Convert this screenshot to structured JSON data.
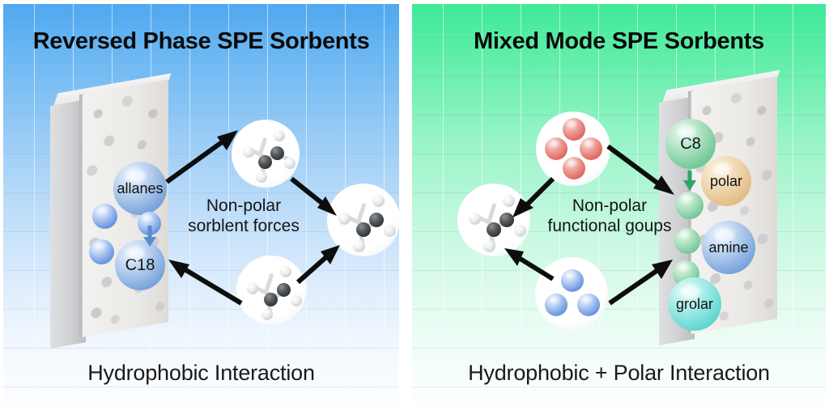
{
  "panels": [
    {
      "id": "reversed-phase",
      "title": "Reversed Phase SPE Sorbents",
      "caption": "Hydrophobic Interaction",
      "center_text_line1": "Non-polar",
      "center_text_line2": "sorblent forces",
      "accent_color": "#4fa8ef",
      "sphere_color": "#7ea8dd",
      "spheres": [
        {
          "label": "allanes",
          "color": "#7ea8dd",
          "size": "large"
        },
        {
          "label": "",
          "color": "#6f9ae2",
          "size": "small"
        },
        {
          "label": "",
          "color": "#6f9ae2",
          "size": "small"
        },
        {
          "label": "",
          "color": "#6f9ae2",
          "size": "small"
        },
        {
          "label": "C18",
          "color": "#7ea8dd",
          "size": "large"
        }
      ],
      "molecules": [
        {
          "name": "ethylene-molecule",
          "atoms": "2 carbon, 4 hydrogen"
        },
        {
          "name": "ethylene-molecule",
          "atoms": "2 carbon, 4 hydrogen"
        },
        {
          "name": "ethylene-molecule",
          "atoms": "2 carbon, 4 hydrogen"
        }
      ]
    },
    {
      "id": "mixed-mode",
      "title": "Mixed Mode SPE Sorbents",
      "caption": "Hydrophobic + Polar Interaction",
      "center_text_line1": "Non-polar",
      "center_text_line2": "functional goups",
      "accent_color": "#3fe999",
      "sphere_color": "#77c99a",
      "spheres": [
        {
          "label": "C8",
          "color": "#77c99a",
          "size": "large"
        },
        {
          "label": "polar",
          "color": "#e3bf8a",
          "size": "large"
        },
        {
          "label": "amine",
          "color": "#7ea8dd",
          "size": "large"
        },
        {
          "label": "grolar",
          "color": "#65d8d2",
          "size": "large"
        },
        {
          "label": "",
          "color": "#77c99a",
          "size": "small"
        },
        {
          "label": "",
          "color": "#77c99a",
          "size": "small"
        },
        {
          "label": "",
          "color": "#77c99a",
          "size": "small"
        }
      ],
      "clusters": [
        {
          "name": "red-cluster",
          "color": "#df6e66",
          "count": 4
        },
        {
          "name": "blue-cluster",
          "color": "#6f9ae2",
          "count": 3
        }
      ],
      "molecules": [
        {
          "name": "ethylene-molecule",
          "atoms": "2 carbon, 4 hydrogen"
        }
      ]
    }
  ],
  "labels": {
    "allanes": "allanes",
    "c18": "C18",
    "c8": "C8",
    "polar": "polar",
    "amine": "amine",
    "grolar": "grolar"
  }
}
